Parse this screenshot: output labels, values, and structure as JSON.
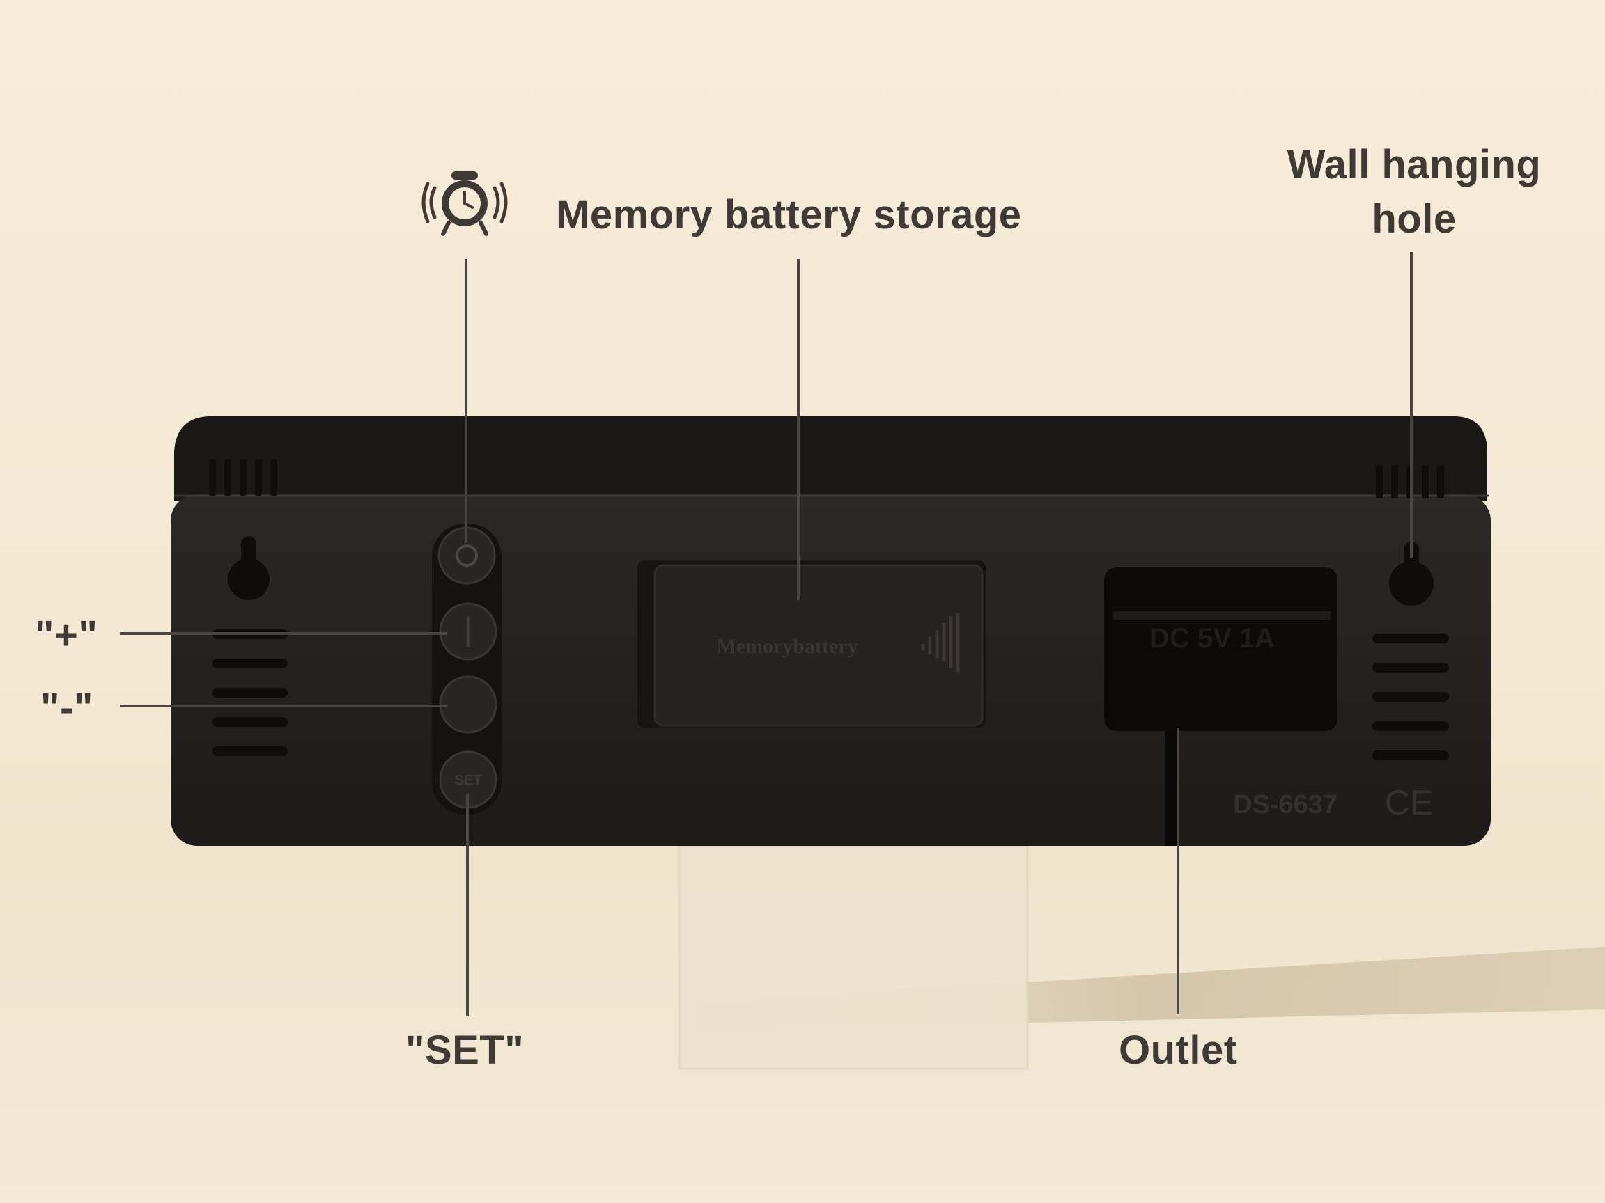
{
  "labels": {
    "memory_battery": "Memory battery storage",
    "wall_hole_line1": "Wall hanging",
    "wall_hole_line2": "hole",
    "plus": "\"+\"",
    "minus": "\"-\"",
    "set": "\"SET\"",
    "outlet": "Outlet"
  },
  "device_markings": {
    "battery_cover": "Memorybattery",
    "power_spec": "DC 5V 1A",
    "model": "DS-6637",
    "ce_mark": "CE",
    "set_button_text": "SET"
  },
  "icons": {
    "alarm": "alarm-clock-icon"
  },
  "colors": {
    "background": "#f5ead6",
    "device": "#211e1c",
    "label_text": "#3f3a35"
  }
}
